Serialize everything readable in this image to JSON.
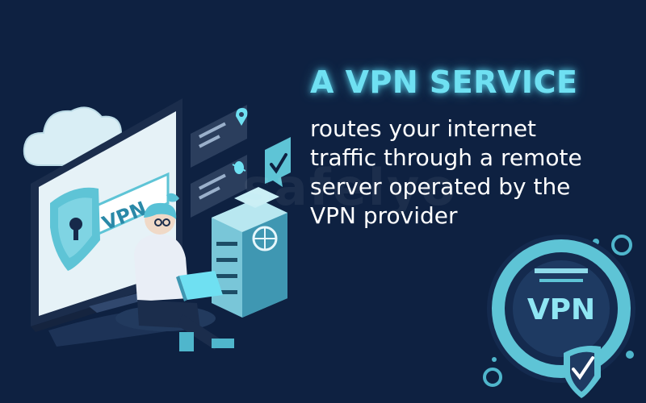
{
  "headline": "A VPN SERVICE",
  "description_lines": [
    "routes your internet",
    "traffic through a remote",
    "server operated by the",
    "VPN provider"
  ],
  "monitor_badge": "VPN",
  "emblem_badge": "VPN",
  "watermark": "safelyo",
  "colors": {
    "background": "#0e2141",
    "accent": "#6fe0f2",
    "teal": "#5ec4d6",
    "text": "#ffffff"
  }
}
